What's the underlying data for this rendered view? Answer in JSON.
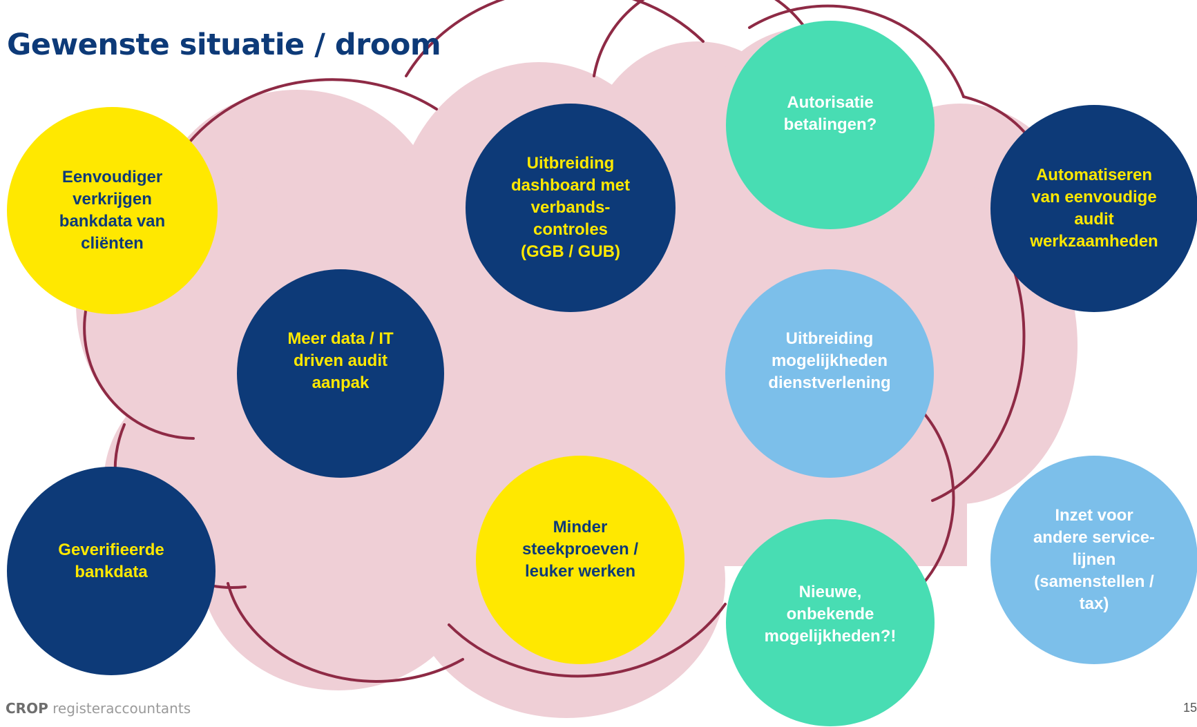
{
  "title": "Gewenste situatie / droom",
  "colors": {
    "navy": "#0d3a78",
    "yellow": "#ffe800",
    "mint": "#48ddb3",
    "light_blue": "#7cbfea",
    "cloud_fill": "#efcfd6",
    "cloud_stroke": "#8e2a45"
  },
  "bubbles": {
    "eenvoudiger": "Eenvoudiger\nverkrijgen\nbankdata van\ncliënten",
    "dashboard": "Uitbreiding\ndashboard met\nverbands-\ncontroles\n(GGB / GUB)",
    "autorisatie": "Autorisatie\nbetalingen?",
    "automatiseren": "Automatiseren\nvan eenvoudige\naudit\nwerkzaamheden",
    "meer_data": "Meer data / IT\ndriven audit\naanpak",
    "dienstverlening": "Uitbreiding\nmogelijkheden\ndienstverlening",
    "geverifieerde": "Geverifieerde\nbankdata",
    "minder": "Minder\nsteekproeven /\nleuker werken",
    "nieuwe": "Nieuwe,\nonbekende\nmogelijkheden?!",
    "inzet": "Inzet voor\nandere service-\nlijnen\n(samenstellen /\ntax)"
  },
  "footer": {
    "logo_brand": "CROP",
    "logo_text": " registeraccountants",
    "page_number": "15"
  }
}
